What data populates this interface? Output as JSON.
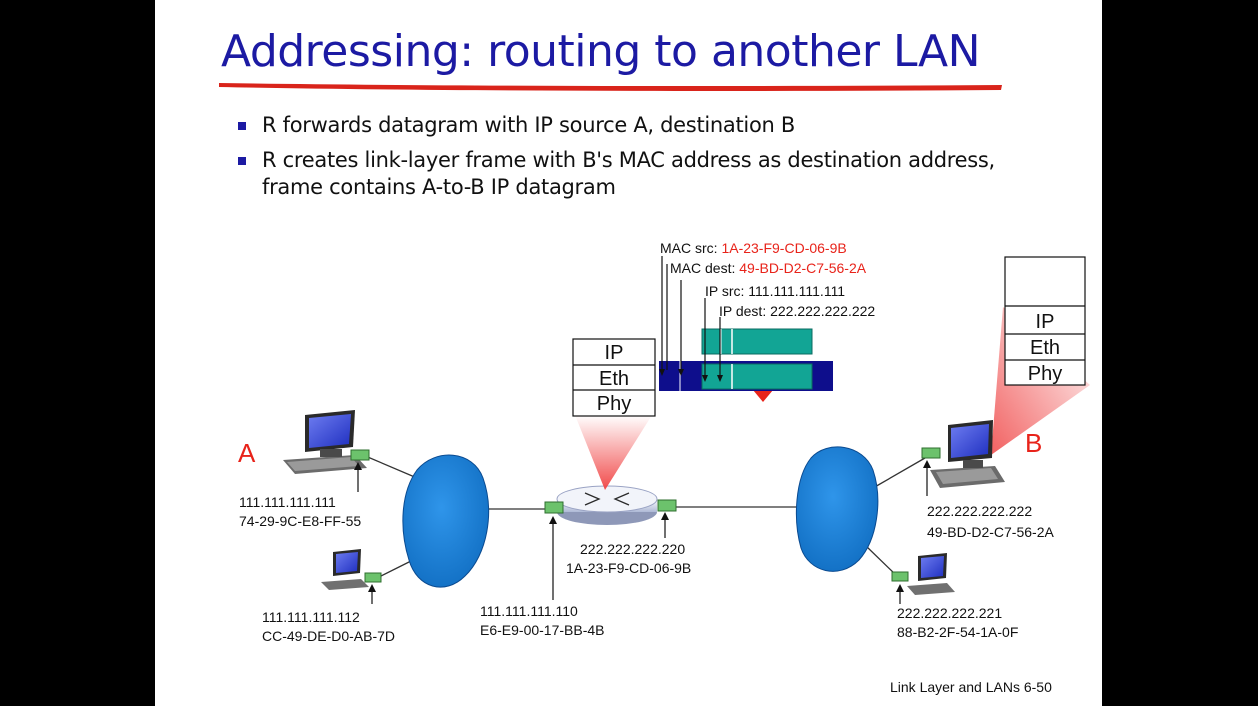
{
  "title": "Addressing: routing to another LAN",
  "bullets": [
    "R forwards datagram with IP source A, destination B",
    "R creates link-layer frame with B's MAC address as destination address, frame contains A-to-B IP datagram"
  ],
  "frame_labels": {
    "mac_src_label": "MAC src: ",
    "mac_src_value": "1A-23-F9-CD-06-9B",
    "mac_dest_label": "MAC dest: ",
    "mac_dest_value": "49-BD-D2-C7-56-2A",
    "ip_src": "IP src: 111.111.111.111",
    "ip_dest": "IP dest: 222.222.222.222"
  },
  "router_stack": [
    "IP",
    "Eth",
    "Phy"
  ],
  "host_b_stack": [
    "IP",
    "Eth",
    "Phy"
  ],
  "host_a_name": "A",
  "host_b_name": "B",
  "hosts": {
    "a": {
      "ip": "111.111.111.111",
      "mac": "74-29-9C-E8-FF-55"
    },
    "a2": {
      "ip": "111.111.111.112",
      "mac": "CC-49-DE-D0-AB-7D"
    },
    "router_left": {
      "ip": "111.111.111.110",
      "mac": "E6-E9-00-17-BB-4B"
    },
    "router_right": {
      "ip": "222.222.222.220",
      "mac": "1A-23-F9-CD-06-9B"
    },
    "b": {
      "ip": "222.222.222.222",
      "mac": "49-BD-D2-C7-56-2A"
    },
    "b2": {
      "ip": "222.222.222.221",
      "mac": "88-B2-2F-54-1A-0F"
    }
  },
  "footer": "Link Layer and LANs  6-50",
  "colors": {
    "title": "#1c1aa3",
    "red": "#e8231a",
    "frame_blue": "#0e0e8c",
    "payload_teal": "#12a595",
    "cloud_blue": "#1e84d9",
    "interface_green": "#6cc26c"
  }
}
